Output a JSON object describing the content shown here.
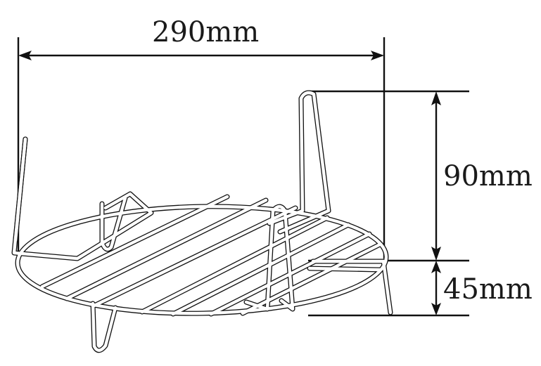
{
  "diagram": {
    "subject": "round wire cooking rack with legs and handles",
    "colors": {
      "background": "#ffffff",
      "line": "#111111",
      "wire_fill": "#ffffff"
    },
    "dimensions": {
      "width": {
        "label": "290mm",
        "value": 290,
        "unit": "mm",
        "orientation": "horizontal"
      },
      "handle_height": {
        "label": "90mm",
        "value": 90,
        "unit": "mm",
        "orientation": "vertical"
      },
      "leg_height": {
        "label": "45mm",
        "value": 45,
        "unit": "mm",
        "orientation": "vertical"
      }
    }
  }
}
